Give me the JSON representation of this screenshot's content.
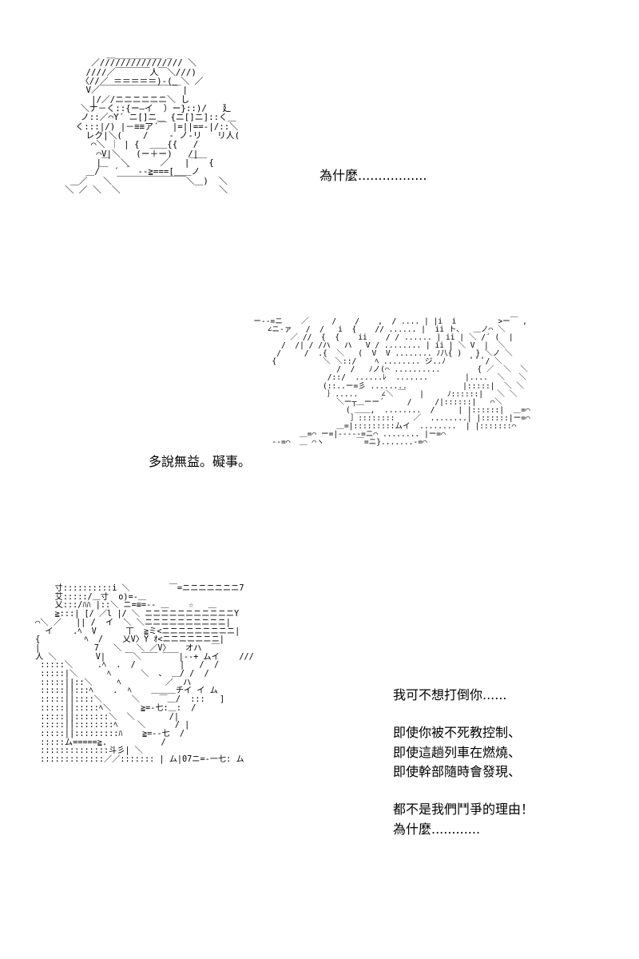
{
  "panels": [
    {
      "art": "         ＿_________ _\n      ／//////////////// ＼\n     ////／￣￣￣￣人￣＼///)\n    〈//／ ＝＝＝＝＝)-(＿＼ ／\n     V／￣￣￣￣￣￣￣￣￣ |\n      |/／/ニニニニニニ＼ し\n    ＼ナ－く::{ー―イ  ）ー}::)/   廴\n    ノ::／⌒Y´ ニ[]ニ＿ {ニ[]ニ]::く＿\n   く:::|/) |－≡≡ア´￣ |=||==-|/::＼\n     レク|＼(    /    - ノ-リ   リ人(\n      ⌒＼ ｜ | {  ＿＿{{   /\n       ⌒V|＼   (ー＋ー)   /|＿\n       |￣  ＼      ／   |￣  {\n     ＿/￣ ´ ＾ --≧===[＿＿ノ\n  ＿／   ＼ ￣￣￣￣￣￣￣￣＼＿)  ＼\n ＼ ／ ＼  ＼                   ＼",
      "caption": "為什麼................."
    },
    {
      "art": "   ー--=ニ    ／     /    /    ,  / .... | |i  i         >ー￣ ,\n      ∠ニ-ァ   /  /   i  {    // ...... |  ii ト、  ＿ノ⌒ ＼\n           ／ //  {  {    ii    / / ...... | ii | ＼ /´ (  |\n         /  /| / /ハ   ハ   V / ........ | ii | ＼ V  |  ＼\n        /     /  .{  ＼   (  V  V ........ ﾉ八{ )   } ＼ノ ＼\n       {          ＼ ＼::/    ﾍ ........ ジ..ﾉ      ﾟ ﾟ ﾟ/ ＼\n                     /  /   ﾉノ(⌒ ..........        { ／  ＼  ＼\n                   /::/  ......ﾚ  .......        |....  ＼   ＼\n                  (::..ー=彡 ........            |:::::|  ＼ ＼\n                   ｝.....     ∠＼ ￣   |     ﾉ::::::|   ＼ ＼\n                     ＼ー┬＿ーー´     /     /|::::::|   ⌒＼\n                       ( ＿＿,  ........  /     | |::::::|  ＿=⌒\n                        ］::::::::    ／  ........| |::::::|ー=⌒\n                     ＿=|:::::::::ムイ  ........  | |:::::::⌒\n             ＿=⌒ ー=|-----=ニ⌒ ........ |ー=⌒\n       --=⌒  ＿ ⌒ヽ       ￣=ニ}.......-=⌒",
      "caption": "多說無益。礙事。"
    },
    {
      "art": "     寸::::::::::i ＼        ￣=ニニニニニニニ7\n     艾:::::/＿寸  o)=-＿\n     乂:::/ﾊﾊ |::＼ ニ=≡=-- ＿    ☆   ＿\n     ≧:::| [/ ／l |/ ＼ ニニニニニニニニニニニY\n ⌒＼ ／   || /  イ  ＼ ＼ニニニニニニニニニニ|\n   イ    .ﾍ  V      丅  ≧ミ<ニニニニニニニニニ|\n {         ﾍ  /    乂V〉Y ｵ<ニニニニニニニ|\n |           7   ＼   ＼ ／V〉   オハ  ￣\n 人 ＼        V|    ￣＼￣￣ ￣￣|--+ ムイ    ///\n  :::::＼     .ﾍ  .  /         |   /  /\n  :::::|＼      ﾍ      ＼  、 ＿/ /  /\n  :::::||::＼     ﾍ         ／  ハ\n  :::::||:::ﾍ    .  ﾍ    ＿＿＿チイ イ ム\n  :::::||::::＼      ＼    ￣＿/  :::   ]\n  :::::||:::::ﾍ＼      ≧=-七:＿:  /\n  :::::||:::::::＼  ＼       /|\n  :::::||::::::::ﾍ    ＼      / |\n  :::::||:::::::::ﾊ    ≧=--七  /\n  :::::ム=====≧.           /\n  ::::::::::::::斗彡| ＼\n  :::::::::::::／／::::::: | ム|07ニ=-一七: ム",
      "caption_paragraphs": [
        [
          "我可不想打倒你......"
        ],
        [
          "即使你被不死教控制、",
          "即使這趟列車在燃燒、",
          "即使幹部隨時會發現、"
        ],
        [
          "都不是我們鬥爭的理由！",
          "為什麼............"
        ]
      ]
    }
  ]
}
